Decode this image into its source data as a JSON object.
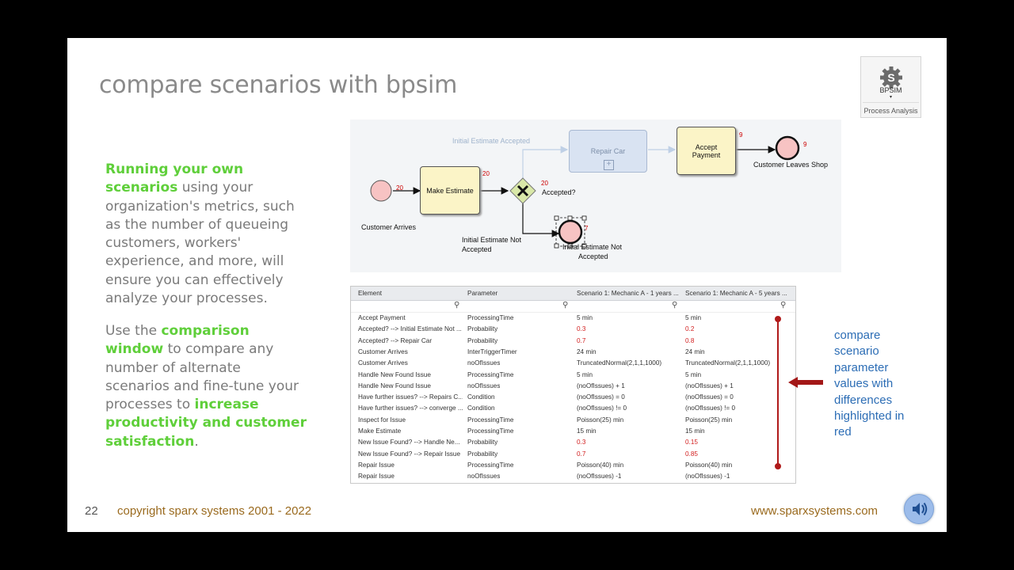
{
  "slide": {
    "title": "compare scenarios with bpsim",
    "paragraph1": {
      "highlight": "Running your own scenarios",
      "rest": " using your organization's metrics, such as the number of queueing customers, workers' experience, and more, will ensure you can effectively analyze your processes."
    },
    "paragraph2": {
      "part1": "Use the ",
      "highlight1": "comparison window",
      "part2": " to compare any number of alternate scenarios and fine-tune your processes to ",
      "highlight2": "increase productivity and customer satisfaction",
      "part3": "."
    },
    "callout": "compare scenario parameter values with differences highlighted in red",
    "footer": {
      "page_number": "22",
      "copyright": "copyright sparx systems 2001 - 2022",
      "website": "www.sparxsystems.com"
    }
  },
  "ribbon_button": {
    "label": "BPSIM",
    "arrow": "▾",
    "group": "Process Analysis",
    "icon": "gear-icon"
  },
  "diagram": {
    "labels": {
      "customer_arrives": "Customer Arrives",
      "make_estimate": "Make Estimate",
      "accepted_q": "Accepted?",
      "initial_estimate_accepted": "Initial Estimate Accepted",
      "repair_car": "Repair Car",
      "accept_payment": "Accept Payment",
      "customer_leaves": "Customer Leaves Shop",
      "initial_not_accepted_1": "Initial Estimate Not",
      "initial_not_accepted_2": "Accepted",
      "end_not_accepted_1": "Initial Estimate Not",
      "end_not_accepted_2": "Accepted"
    },
    "counts": {
      "start": "20",
      "make_estimate": "20",
      "gateway": "20",
      "accept_payment": "9",
      "end": "9",
      "end_not_accepted": "7"
    }
  },
  "grid": {
    "columns": [
      "Element",
      "Parameter",
      "Scenario 1:  Mechanic A - 1 years ...",
      "Scenario 1:  Mechanic A - 5 years ..."
    ],
    "rows": [
      {
        "element": "Accept Payment",
        "parameter": "ProcessingTime",
        "s1": "5 min",
        "s2": "5 min",
        "diff": false
      },
      {
        "element": "Accepted? --> Initial Estimate Not ...",
        "parameter": "Probability",
        "s1": "0.3",
        "s2": "0.2",
        "diff": true
      },
      {
        "element": "Accepted? --> Repair Car",
        "parameter": "Probability",
        "s1": "0.7",
        "s2": "0.8",
        "diff": true
      },
      {
        "element": "Customer Arrives",
        "parameter": "InterTriggerTimer",
        "s1": "24 min",
        "s2": "24 min",
        "diff": false
      },
      {
        "element": "Customer Arrives",
        "parameter": "noOfIssues",
        "s1": "TruncatedNormal(2,1,1,1000)",
        "s2": "TruncatedNormal(2,1,1,1000)",
        "diff": false
      },
      {
        "element": "Handle New Found Issue",
        "parameter": "ProcessingTime",
        "s1": "5 min",
        "s2": "5 min",
        "diff": false
      },
      {
        "element": "Handle New Found Issue",
        "parameter": "noOfIssues",
        "s1": "(noOfIssues) + 1",
        "s2": "(noOfIssues) + 1",
        "diff": false
      },
      {
        "element": "Have further issues? --> Repairs C...",
        "parameter": "Condition",
        "s1": "(noOfIssues) = 0",
        "s2": "(noOfIssues) = 0",
        "diff": false
      },
      {
        "element": "Have further issues? -->  converge ...",
        "parameter": "Condition",
        "s1": "(noOfIssues) != 0",
        "s2": "(noOfIssues) != 0",
        "diff": false
      },
      {
        "element": "Inspect for Issue",
        "parameter": "ProcessingTime",
        "s1": "Poisson(25) min",
        "s2": "Poisson(25) min",
        "diff": false
      },
      {
        "element": "Make Estimate",
        "parameter": "ProcessingTime",
        "s1": "15 min",
        "s2": "15 min",
        "diff": false
      },
      {
        "element": "New Issue Found? --> Handle Ne...",
        "parameter": "Probability",
        "s1": "0.3",
        "s2": "0.15",
        "diff": true
      },
      {
        "element": "New Issue Found? --> Repair Issue",
        "parameter": "Probability",
        "s1": "0.7",
        "s2": "0.85",
        "diff": true
      },
      {
        "element": "Repair Issue",
        "parameter": "ProcessingTime",
        "s1": "Poisson(40) min",
        "s2": "Poisson(40) min",
        "diff": false
      },
      {
        "element": "Repair Issue",
        "parameter": "noOfIssues",
        "s1": "(noOfIssues) -1",
        "s2": "(noOfIssues) -1",
        "diff": false
      }
    ]
  },
  "colors": {
    "highlight": "#5fcf3a",
    "diff_red": "#d21f1f",
    "callout_blue": "#2c6db5",
    "footer_brown": "#9a6a1e"
  }
}
